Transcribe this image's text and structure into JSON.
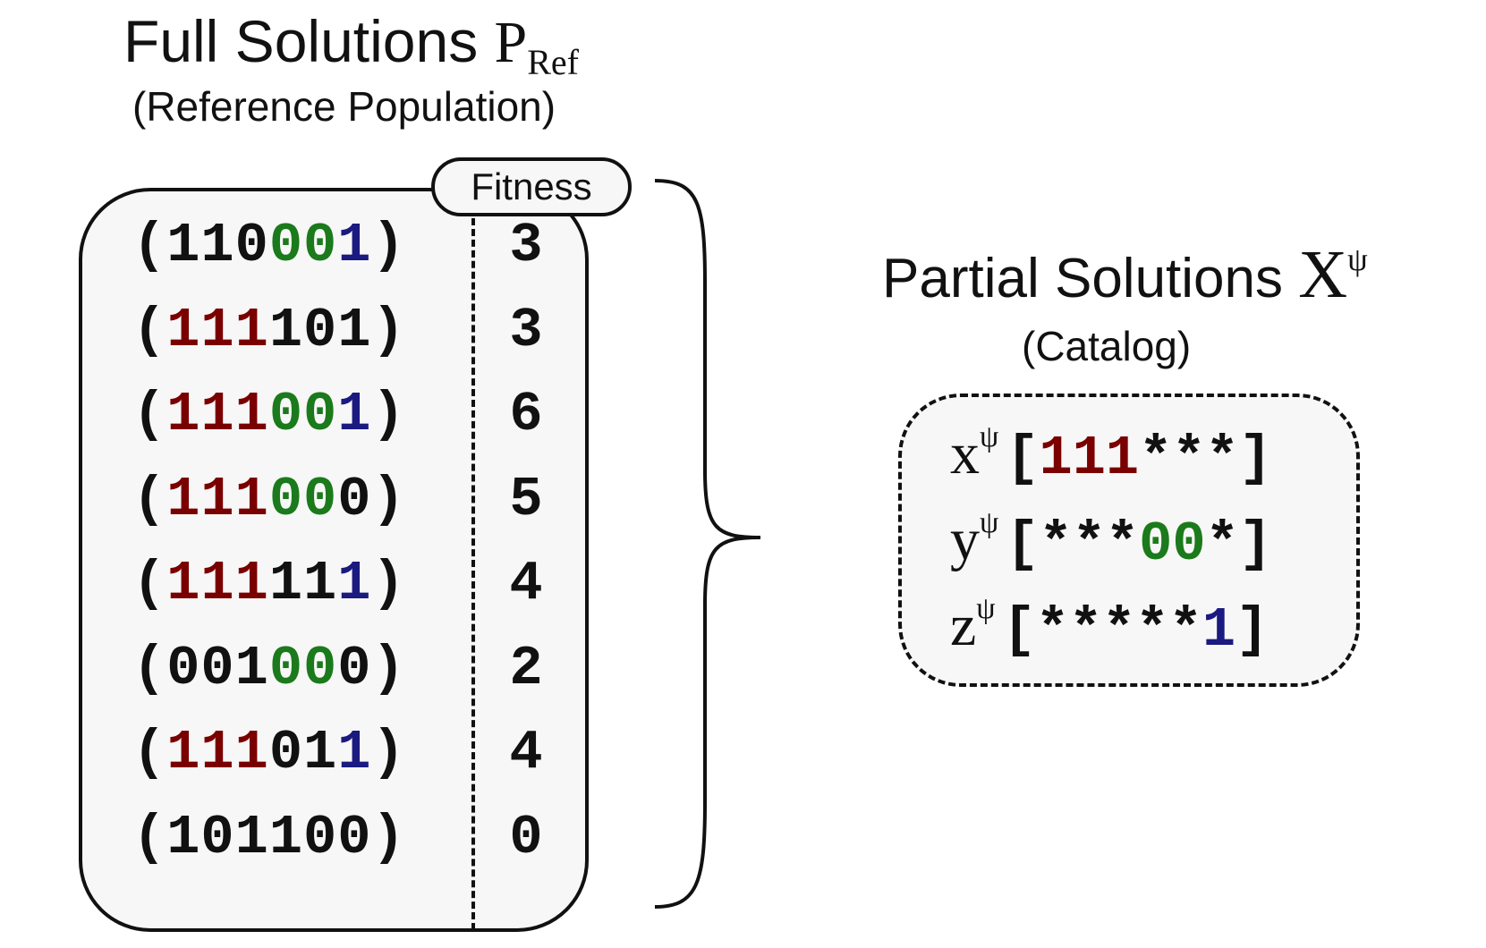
{
  "colors": {
    "red_bits": "#7a0000",
    "green_bits": "#1b7a1b",
    "blue_bits": "#1a1a80",
    "black": "#111111",
    "box_fill": "#f7f7f7"
  },
  "full_solutions": {
    "title_text": "Full Solutions ",
    "symbol": "P",
    "subscript": "Ref",
    "subtitle": "(Reference Population)",
    "fitness_label": "Fitness",
    "rows": [
      {
        "bits": [
          [
            "(",
            "k"
          ],
          [
            "110",
            "k"
          ],
          [
            "00",
            "g"
          ],
          [
            "1",
            "b"
          ],
          [
            ")",
            "k"
          ]
        ],
        "fitness": "3"
      },
      {
        "bits": [
          [
            "(",
            "k"
          ],
          [
            "111",
            "r"
          ],
          [
            "101",
            "k"
          ],
          [
            ")",
            "k"
          ]
        ],
        "fitness": "3"
      },
      {
        "bits": [
          [
            "(",
            "k"
          ],
          [
            "111",
            "r"
          ],
          [
            "00",
            "g"
          ],
          [
            "1",
            "b"
          ],
          [
            ")",
            "k"
          ]
        ],
        "fitness": "6"
      },
      {
        "bits": [
          [
            "(",
            "k"
          ],
          [
            "111",
            "r"
          ],
          [
            "00",
            "g"
          ],
          [
            "0",
            "k"
          ],
          [
            ")",
            "k"
          ]
        ],
        "fitness": "5"
      },
      {
        "bits": [
          [
            "(",
            "k"
          ],
          [
            "111",
            "r"
          ],
          [
            "11",
            "k"
          ],
          [
            "1",
            "b"
          ],
          [
            ")",
            "k"
          ]
        ],
        "fitness": "4"
      },
      {
        "bits": [
          [
            "(",
            "k"
          ],
          [
            "001",
            "k"
          ],
          [
            "00",
            "g"
          ],
          [
            "0",
            "k"
          ],
          [
            ")",
            "k"
          ]
        ],
        "fitness": "2"
      },
      {
        "bits": [
          [
            "(",
            "k"
          ],
          [
            "111",
            "r"
          ],
          [
            "01",
            "k"
          ],
          [
            "1",
            "b"
          ],
          [
            ")",
            "k"
          ]
        ],
        "fitness": "4"
      },
      {
        "bits": [
          [
            "(",
            "k"
          ],
          [
            "101100",
            "k"
          ],
          [
            ")",
            "k"
          ]
        ],
        "fitness": "0"
      }
    ]
  },
  "partial_solutions": {
    "title_text": "Partial Solutions ",
    "symbol": "X",
    "superscript": "ψ",
    "subtitle": "(Catalog)",
    "items": [
      {
        "var": "x",
        "sup": "ψ",
        "pattern": [
          [
            "[",
            "k"
          ],
          [
            "111",
            "r"
          ],
          [
            "***",
            "k"
          ],
          [
            "]",
            "k"
          ]
        ]
      },
      {
        "var": "y",
        "sup": "ψ",
        "pattern": [
          [
            "[",
            "k"
          ],
          [
            "***",
            "k"
          ],
          [
            "00",
            "g"
          ],
          [
            "*",
            "k"
          ],
          [
            "]",
            "k"
          ]
        ]
      },
      {
        "var": "z",
        "sup": "ψ",
        "pattern": [
          [
            "[",
            "k"
          ],
          [
            "*****",
            "k"
          ],
          [
            "1",
            "b"
          ],
          [
            "]",
            "k"
          ]
        ]
      }
    ]
  }
}
